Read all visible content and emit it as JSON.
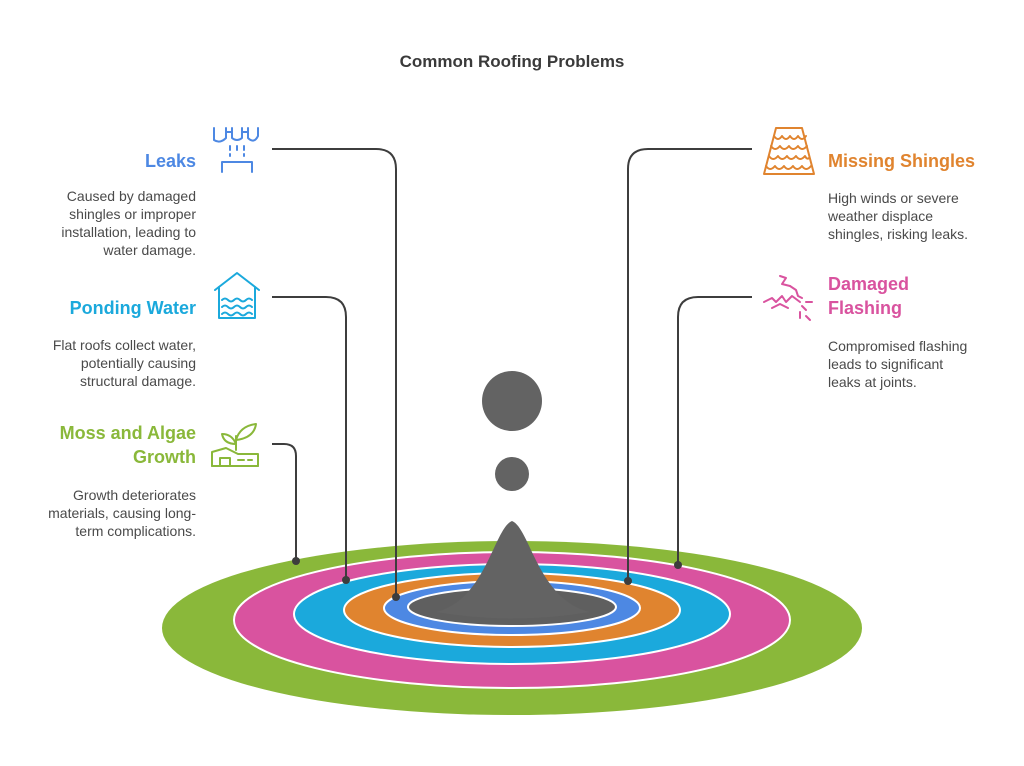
{
  "title": "Common Roofing Problems",
  "items": {
    "leaks": {
      "heading": "Leaks",
      "desc": [
        "Caused by damaged",
        "shingles or improper",
        "installation, leading to",
        "water damage."
      ],
      "color": "#4d88e3",
      "icon": "dripping-faucet-icon"
    },
    "ponding": {
      "heading": "Ponding Water",
      "desc": [
        "Flat roofs collect water,",
        "potentially causing",
        "structural damage."
      ],
      "color": "#1ba9dc",
      "icon": "flooded-house-icon"
    },
    "moss": {
      "heading": [
        "Moss and Algae",
        "Growth"
      ],
      "desc": [
        "Growth deteriorates",
        "materials, causing long-",
        "term complications."
      ],
      "color": "#8ab83a",
      "icon": "sprout-on-roof-icon"
    },
    "shingles": {
      "heading": "Missing Shingles",
      "desc": [
        "High winds or severe",
        "weather displace",
        "shingles, risking leaks."
      ],
      "color": "#e0842f",
      "icon": "roof-shingles-icon"
    },
    "flashing": {
      "heading": [
        "Damaged",
        "Flashing"
      ],
      "desc": [
        "Compromised flashing",
        "leads to significant",
        "leaks at joints."
      ],
      "color": "#d9539f",
      "icon": "broken-flashing-icon"
    }
  },
  "colors": {
    "drop": "#636363",
    "connector": "#3d3d3d"
  }
}
